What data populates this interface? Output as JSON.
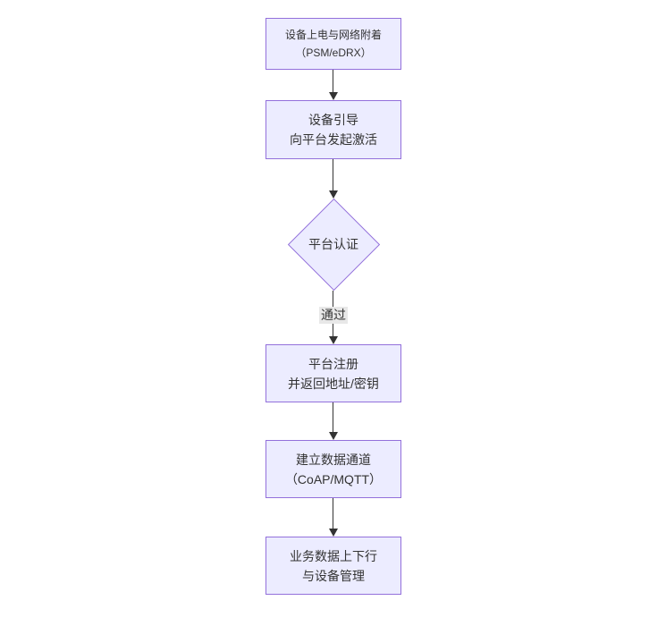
{
  "diagram": {
    "type": "flowchart",
    "direction": "top-down",
    "colors": {
      "background": "#ffffff",
      "node_fill": "#ECECFF",
      "node_border": "#9370DB",
      "arrow": "#333333",
      "text": "#333333",
      "edge_label_bg": "#e8e8e8"
    },
    "nodes": [
      {
        "id": "power-attach",
        "shape": "rect",
        "lines": [
          "设备上电与网络附着",
          "（PSM/eDRX）"
        ]
      },
      {
        "id": "bootstrap",
        "shape": "rect",
        "lines": [
          "设备引导",
          "向平台发起激活"
        ]
      },
      {
        "id": "platform-auth",
        "shape": "diamond",
        "lines": [
          "平台认证"
        ]
      },
      {
        "id": "platform-register",
        "shape": "rect",
        "lines": [
          "平台注册",
          "并返回地址/密钥"
        ]
      },
      {
        "id": "data-channel",
        "shape": "rect",
        "lines": [
          "建立数据通道",
          "（CoAP/MQTT）"
        ]
      },
      {
        "id": "business-data",
        "shape": "rect",
        "lines": [
          "业务数据上下行",
          "与设备管理"
        ]
      }
    ],
    "edges": [
      {
        "from": "power-attach",
        "to": "bootstrap",
        "label": ""
      },
      {
        "from": "bootstrap",
        "to": "platform-auth",
        "label": ""
      },
      {
        "from": "platform-auth",
        "to": "platform-register",
        "label": "通过"
      },
      {
        "from": "platform-register",
        "to": "data-channel",
        "label": ""
      },
      {
        "from": "data-channel",
        "to": "business-data",
        "label": ""
      }
    ],
    "edge_label_pass": "通过"
  }
}
